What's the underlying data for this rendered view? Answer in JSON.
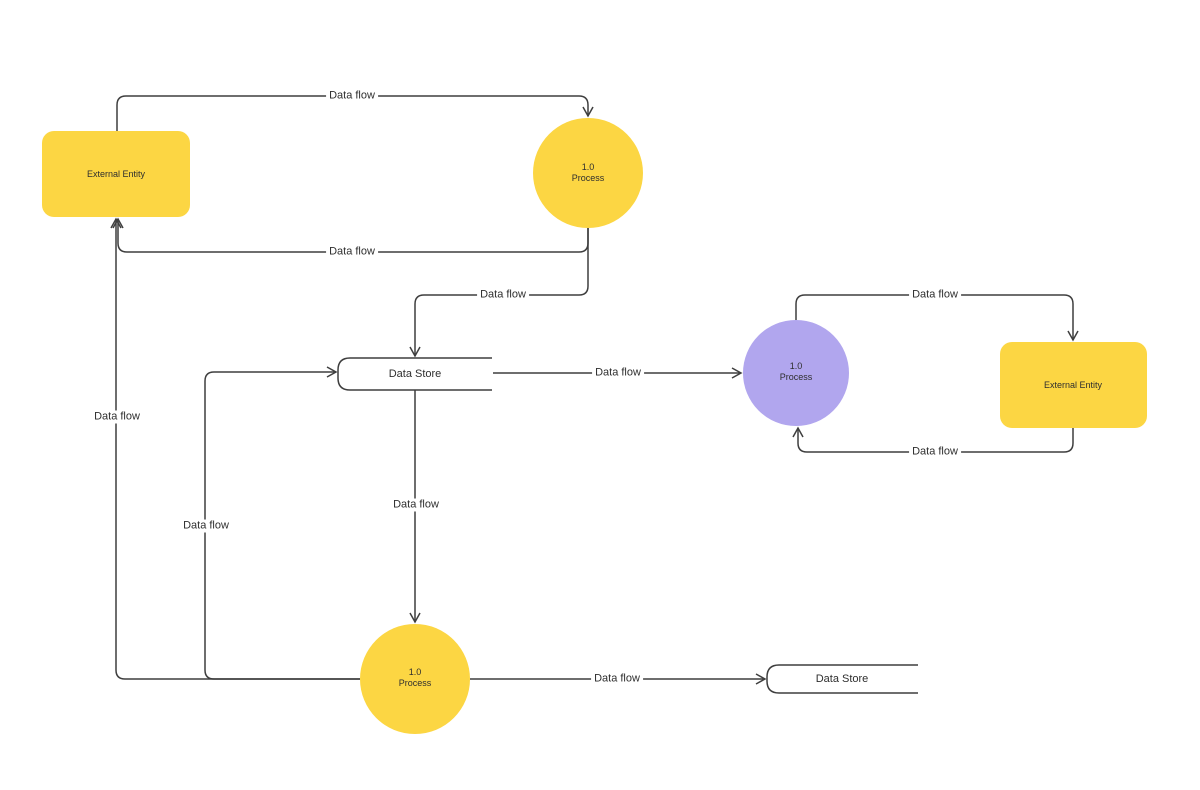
{
  "colors": {
    "entity_fill": "#FCD643",
    "process_fill": "#FCD643",
    "process_alt_fill": "#B1A6EE",
    "store_fill": "#FFFFFF",
    "edge_stroke": "#3E3E3E",
    "label_text": "#2E2E2E"
  },
  "nodes": {
    "external_entity_left": {
      "label": "External Entity",
      "fill": "#FCD643"
    },
    "process_top": {
      "number": "1.0",
      "label": "Process",
      "fill": "#FCD643"
    },
    "data_store_middle": {
      "label": "Data Store",
      "fill": "#FFFFFF"
    },
    "process_right": {
      "number": "1.0",
      "label": "Process",
      "fill": "#B1A6EE"
    },
    "external_entity_right": {
      "label": "External Entity",
      "fill": "#FCD643"
    },
    "process_bottom": {
      "number": "1.0",
      "label": "Process",
      "fill": "#FCD643"
    },
    "data_store_bottom": {
      "label": "Data Store",
      "fill": "#FFFFFF"
    }
  },
  "edges": [
    {
      "label": "Data flow",
      "from": "external_entity_left",
      "to": "process_top"
    },
    {
      "label": "Data flow",
      "from": "process_top",
      "to": "external_entity_left"
    },
    {
      "label": "Data flow",
      "from": "process_top",
      "to": "data_store_middle"
    },
    {
      "label": "Data flow",
      "from": "data_store_middle",
      "to": "process_right"
    },
    {
      "label": "Data flow",
      "from": "process_right",
      "to": "external_entity_right"
    },
    {
      "label": "Data flow",
      "from": "external_entity_right",
      "to": "process_right"
    },
    {
      "label": "Data flow",
      "from": "process_bottom",
      "to": "external_entity_left"
    },
    {
      "label": "Data flow",
      "from": "process_bottom",
      "to": "data_store_middle"
    },
    {
      "label": "Data flow",
      "from": "data_store_middle",
      "to": "process_bottom"
    },
    {
      "label": "Data flow",
      "from": "process_bottom",
      "to": "data_store_bottom"
    }
  ]
}
